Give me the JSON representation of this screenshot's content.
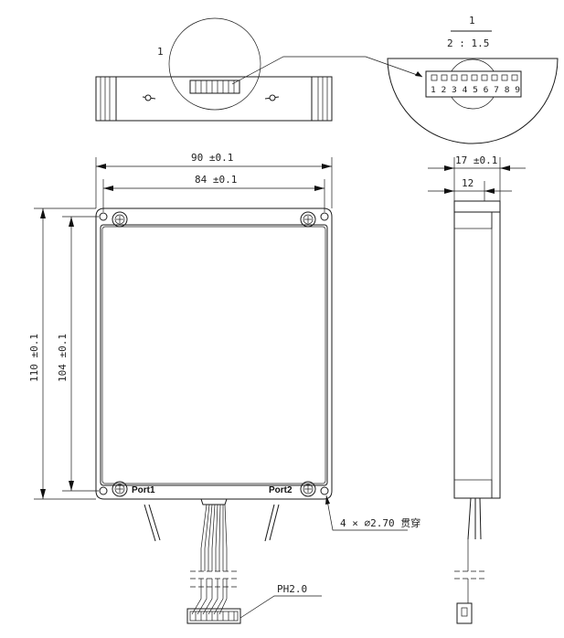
{
  "detail": {
    "callout": "1",
    "scale_numerator": "1",
    "scale_denominator": "2 : 1.5",
    "pin_numbers": "1 2 3 4 5 6 7 8 9"
  },
  "dimensions": {
    "width_outer": "90 ±0.1",
    "width_inner": "84 ±0.1",
    "height_outer": "110 ±0.1",
    "height_inner": "104 ±0.1",
    "thickness": "17 ±0.1",
    "thickness_inner": "12"
  },
  "ports": {
    "port1": "Port1",
    "port2": "Port2"
  },
  "holes_note": "4 × ∅2.70 贯穿",
  "connector_note": "PH2.0"
}
